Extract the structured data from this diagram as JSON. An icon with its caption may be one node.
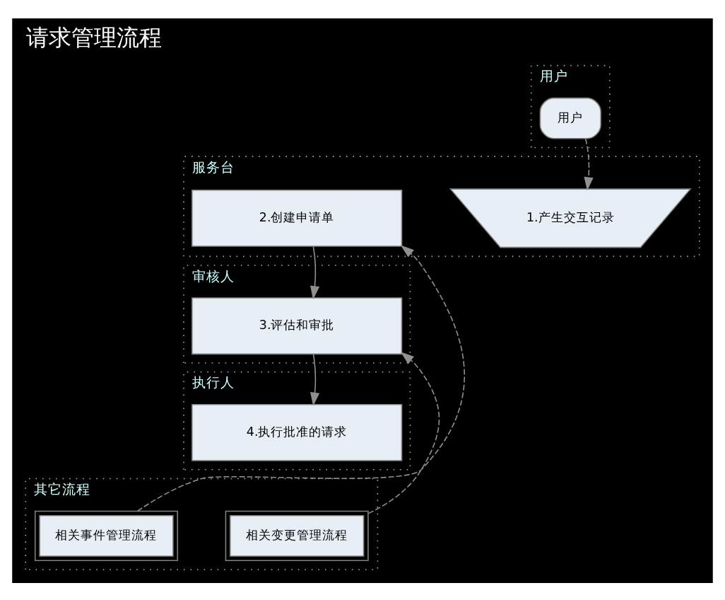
{
  "diagram": {
    "title": "请求管理流程",
    "nodes": [
      {
        "text": [
          "用户"
        ]
      },
      {
        "text": [
          "用户"
        ],
        "in": 0
      },
      {
        "text": [
          "服务台"
        ]
      },
      {
        "text": [
          "1.产生交互记录"
        ],
        "in": 2
      },
      {
        "text": [
          "2.创建申请单"
        ],
        "in": 2
      },
      {
        "text": [
          "审核人"
        ]
      },
      {
        "text": [
          "3.评估和审批"
        ],
        "in": 5
      },
      {
        "text": [
          "执行人"
        ]
      },
      {
        "text": [
          "4.执行批准的请求"
        ],
        "in": 7
      },
      {
        "text": [
          "其它流程"
        ]
      },
      {
        "text": [
          "相关变更管理流程"
        ],
        "in": 9
      },
      {
        "text": [
          "相关事件管理流程"
        ],
        "in": 9
      }
    ],
    "edges": [
      {
        "from": 1,
        "to": 3,
        "arrow": "to",
        "style": "dashed"
      },
      {
        "from": 4,
        "to": 6,
        "arrow": "to"
      },
      {
        "from": 6,
        "to": 8,
        "arrow": "to"
      },
      {
        "from": 10,
        "to": 6,
        "arrow": "to",
        "style": "dashed"
      },
      {
        "from": 11,
        "to": 4,
        "arrow": "to",
        "style": "dashed"
      }
    ]
  }
}
